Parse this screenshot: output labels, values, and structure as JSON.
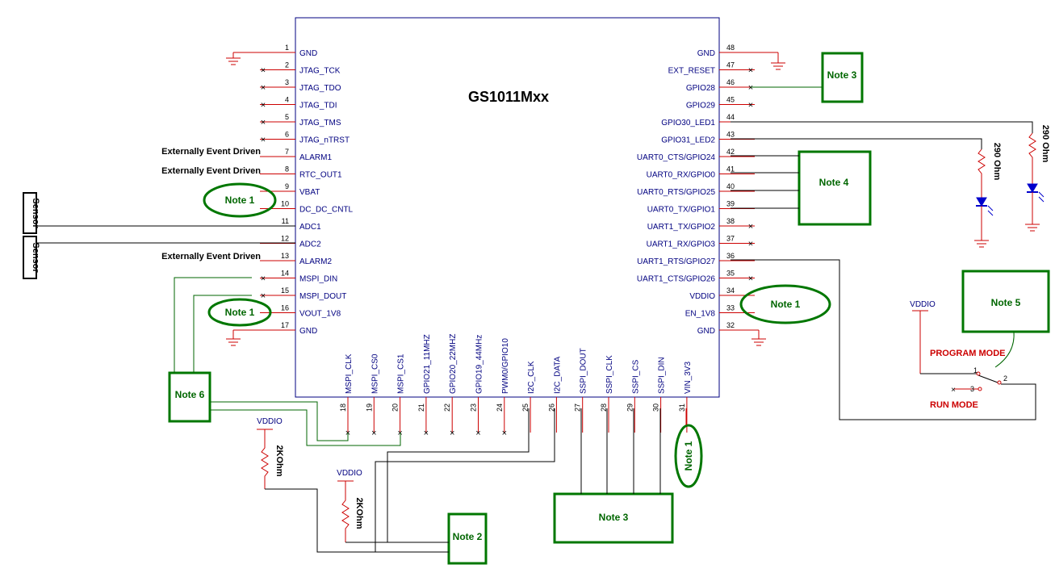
{
  "chip": {
    "name": "GS1011Mxx"
  },
  "left_pins": [
    {
      "n": "1",
      "label": "GND"
    },
    {
      "n": "2",
      "label": "JTAG_TCK"
    },
    {
      "n": "3",
      "label": "JTAG_TDO"
    },
    {
      "n": "4",
      "label": "JTAG_TDI"
    },
    {
      "n": "5",
      "label": "JTAG_TMS"
    },
    {
      "n": "6",
      "label": "JTAG_nTRST"
    },
    {
      "n": "7",
      "label": "ALARM1"
    },
    {
      "n": "8",
      "label": "RTC_OUT1"
    },
    {
      "n": "9",
      "label": "VBAT"
    },
    {
      "n": "10",
      "label": "DC_DC_CNTL"
    },
    {
      "n": "11",
      "label": "ADC1"
    },
    {
      "n": "12",
      "label": "ADC2"
    },
    {
      "n": "13",
      "label": "ALARM2"
    },
    {
      "n": "14",
      "label": "MSPI_DIN"
    },
    {
      "n": "15",
      "label": "MSPI_DOUT"
    },
    {
      "n": "16",
      "label": "VOUT_1V8"
    },
    {
      "n": "17",
      "label": "GND"
    }
  ],
  "right_pins": [
    {
      "n": "48",
      "label": "GND"
    },
    {
      "n": "47",
      "label": "EXT_RESET"
    },
    {
      "n": "46",
      "label": "GPIO28"
    },
    {
      "n": "45",
      "label": "GPIO29"
    },
    {
      "n": "44",
      "label": "GPIO30_LED1"
    },
    {
      "n": "43",
      "label": "GPIO31_LED2"
    },
    {
      "n": "42",
      "label": "UART0_CTS/GPIO24"
    },
    {
      "n": "41",
      "label": "UART0_RX/GPIO0"
    },
    {
      "n": "40",
      "label": "UART0_RTS/GPIO25"
    },
    {
      "n": "39",
      "label": "UART0_TX/GPIO1"
    },
    {
      "n": "38",
      "label": "UART1_TX/GPIO2"
    },
    {
      "n": "37",
      "label": "UART1_RX/GPIO3"
    },
    {
      "n": "36",
      "label": "UART1_RTS/GPIO27"
    },
    {
      "n": "35",
      "label": "UART1_CTS/GPIO26"
    },
    {
      "n": "34",
      "label": "VDDIO"
    },
    {
      "n": "33",
      "label": "EN_1V8"
    },
    {
      "n": "32",
      "label": "GND"
    }
  ],
  "bottom_pins": [
    {
      "n": "18",
      "label": "MSPI_CLK"
    },
    {
      "n": "19",
      "label": "MSPI_CS0"
    },
    {
      "n": "20",
      "label": "MSPI_CS1"
    },
    {
      "n": "21",
      "label": "GPIO21_11MHZ"
    },
    {
      "n": "22",
      "label": "GPIO20_22MHZ"
    },
    {
      "n": "23",
      "label": "GPIO19_44MHz"
    },
    {
      "n": "24",
      "label": "PWM0/GPIO10"
    },
    {
      "n": "25",
      "label": "I2C_CLK"
    },
    {
      "n": "26",
      "label": "I2C_DATA"
    },
    {
      "n": "27",
      "label": "SSPI_DOUT"
    },
    {
      "n": "28",
      "label": "SSPI_CLK"
    },
    {
      "n": "29",
      "label": "SSPI_CS"
    },
    {
      "n": "30",
      "label": "SSPI_DIN"
    },
    {
      "n": "31",
      "label": "VIN_3V3"
    }
  ],
  "labels": {
    "event1": "Externally Event Driven",
    "event2": "Externally Event Driven",
    "event3": "Externally Event Driven",
    "sensor1": "Sensor",
    "sensor2": "Sensor",
    "r_led1": "290 Ohm",
    "r_led2": "290 Ohm",
    "r_i2c1": "2KOhm",
    "r_i2c2": "2KOhm",
    "vddio1": "VDDIO",
    "vddio2": "VDDIO",
    "vddio3": "VDDIO",
    "program_mode": "PROGRAM MODE",
    "run_mode": "RUN MODE",
    "sw1": "1",
    "sw2": "2",
    "sw3": "3"
  },
  "notes": {
    "n1a": "Note 1",
    "n1b": "Note 1",
    "n1c": "Note 1",
    "n1d": "Note 1",
    "n2": "Note 2",
    "n3a": "Note 3",
    "n3b": "Note 3",
    "n4": "Note 4",
    "n5": "Note 5",
    "n6": "Note 6"
  }
}
